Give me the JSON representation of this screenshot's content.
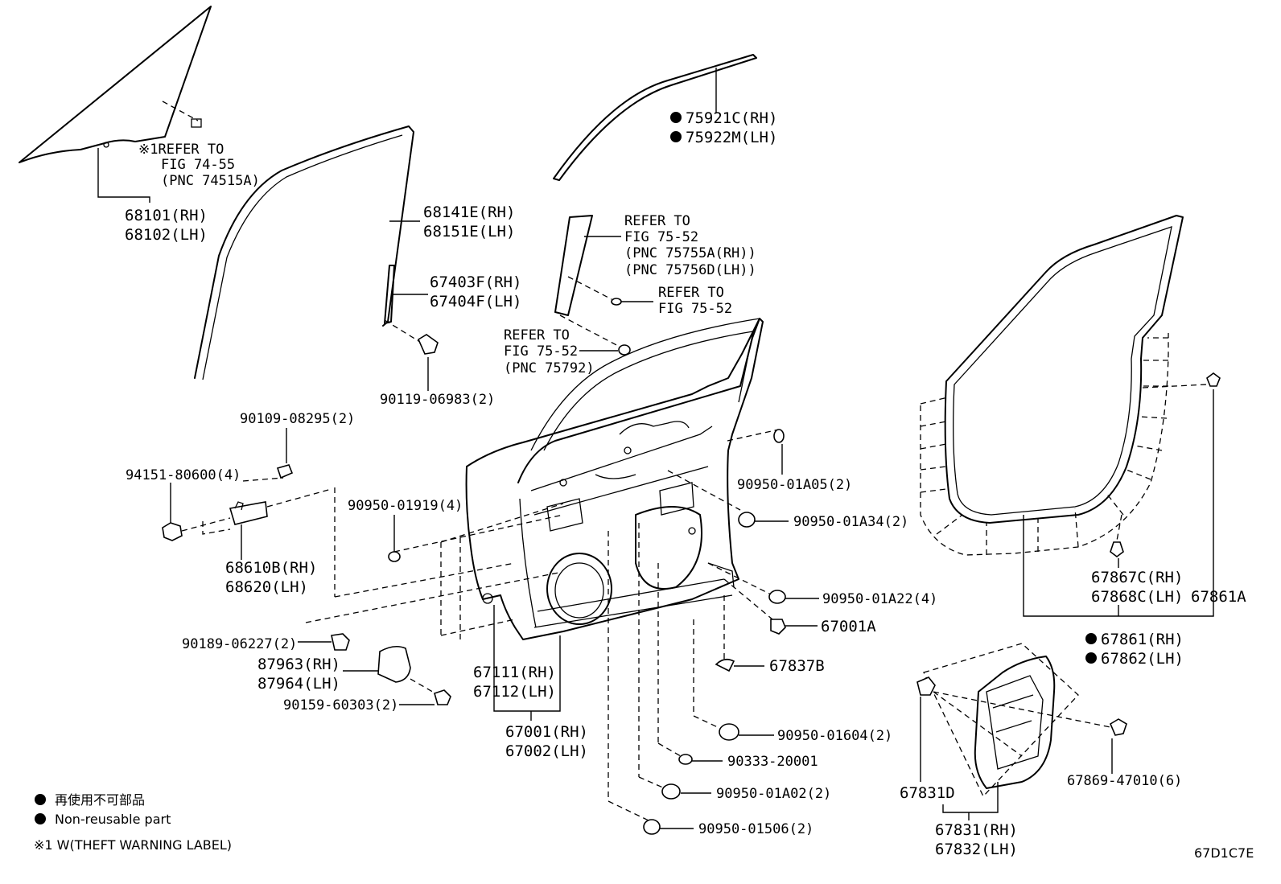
{
  "diagram_id": "67D1C7E",
  "legend": {
    "bullet_jp": "再使用不可部品",
    "bullet_en": "Non-reusable part",
    "note1": "※1 W(THEFT WARNING LABEL)"
  },
  "callouts": {
    "glass_ref": [
      "※1REFER TO",
      "FIG 74-55",
      "(PNC 74515A)"
    ],
    "glass": [
      "68101(RH)",
      "68102(LH)"
    ],
    "run_channel": [
      "68141E(RH)",
      "68151E(LH)"
    ],
    "channel_piece": [
      "67403F(RH)",
      "67404F(LH)"
    ],
    "bolt_06983": "90119-06983(2)",
    "molding": [
      "75921C(RH)",
      "75922M(LH)"
    ],
    "ref_75755": [
      "REFER TO",
      "FIG 75-52",
      "(PNC 75755A(RH))",
      "(PNC 75756D(LH))"
    ],
    "ref_75_52": [
      "REFER TO",
      "FIG 75-52"
    ],
    "ref_75792": [
      "REFER TO",
      "FIG 75-52",
      "(PNC 75792)"
    ],
    "bolt_08295": "90109-08295(2)",
    "bolt_80600": "94151-80600(4)",
    "hinge": [
      "68610B(RH)",
      "68620(LH)"
    ],
    "hole_01919": "90950-01919(4)",
    "screw_06227": "90189-06227(2)",
    "bracket": [
      "87963(RH)",
      "87964(LH)"
    ],
    "screw_60303": "90159-60303(2)",
    "panel_sub": [
      "67111(RH)",
      "67112(LH)"
    ],
    "panel_assy": [
      "67001(RH)",
      "67002(LH)"
    ],
    "plug_01a05": "90950-01A05(2)",
    "plug_01a34": "90950-01A34(2)",
    "plug_01a22": "90950-01A22(4)",
    "plug_67001a": "67001A",
    "clip_67837b": "67837B",
    "plug_01604": "90950-01604(2)",
    "plug_20001": "90333-20001",
    "plug_01a02": "90950-01A02(2)",
    "plug_01506": "90950-01506(2)",
    "weather_strip_a": [
      "67867C(RH)",
      "67868C(LH)"
    ],
    "clip_67861a": "67861A",
    "weather_strip": [
      "67861(RH)",
      "67862(LH)"
    ],
    "clip_67831d": "67831D",
    "service_hole": [
      "67831(RH)",
      "67832(LH)"
    ],
    "clip_47010": "67869-47010(6)"
  }
}
